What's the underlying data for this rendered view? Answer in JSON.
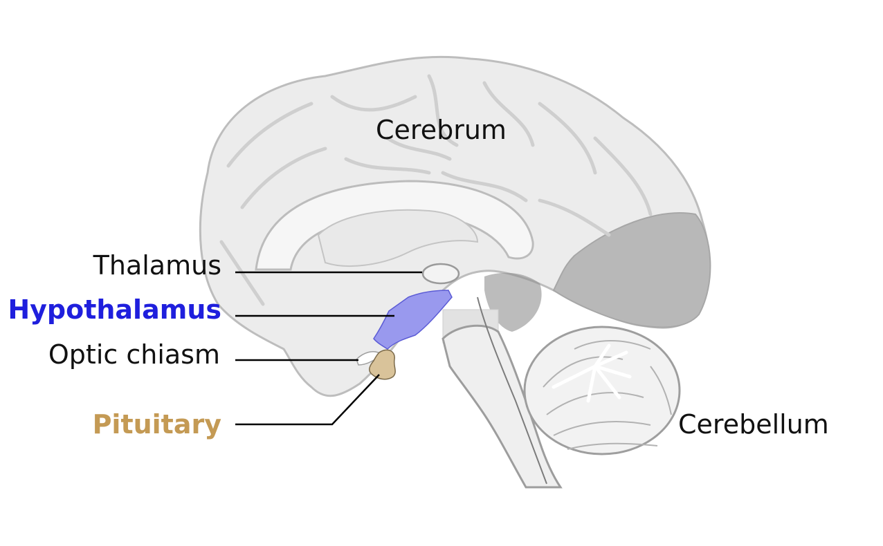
{
  "diagram": {
    "labels": {
      "cerebrum": "Cerebrum",
      "cerebellum": "Cerebellum",
      "thalamus": "Thalamus",
      "hypothalamus": "Hypothalamus",
      "optic_chiasm": "Optic chiasm",
      "pituitary": "Pituitary"
    },
    "colors": {
      "hypothalamus": "#1f1fdd",
      "hypothalamus_fill": "#9999ee",
      "pituitary": "#c49a54",
      "pituitary_fill": "#d9c39a",
      "brain_fill": "#ececec",
      "brain_outline": "#bdbdbd",
      "occipital_fill": "#b8b8b8",
      "brainstem_fill": "#efefef"
    }
  }
}
